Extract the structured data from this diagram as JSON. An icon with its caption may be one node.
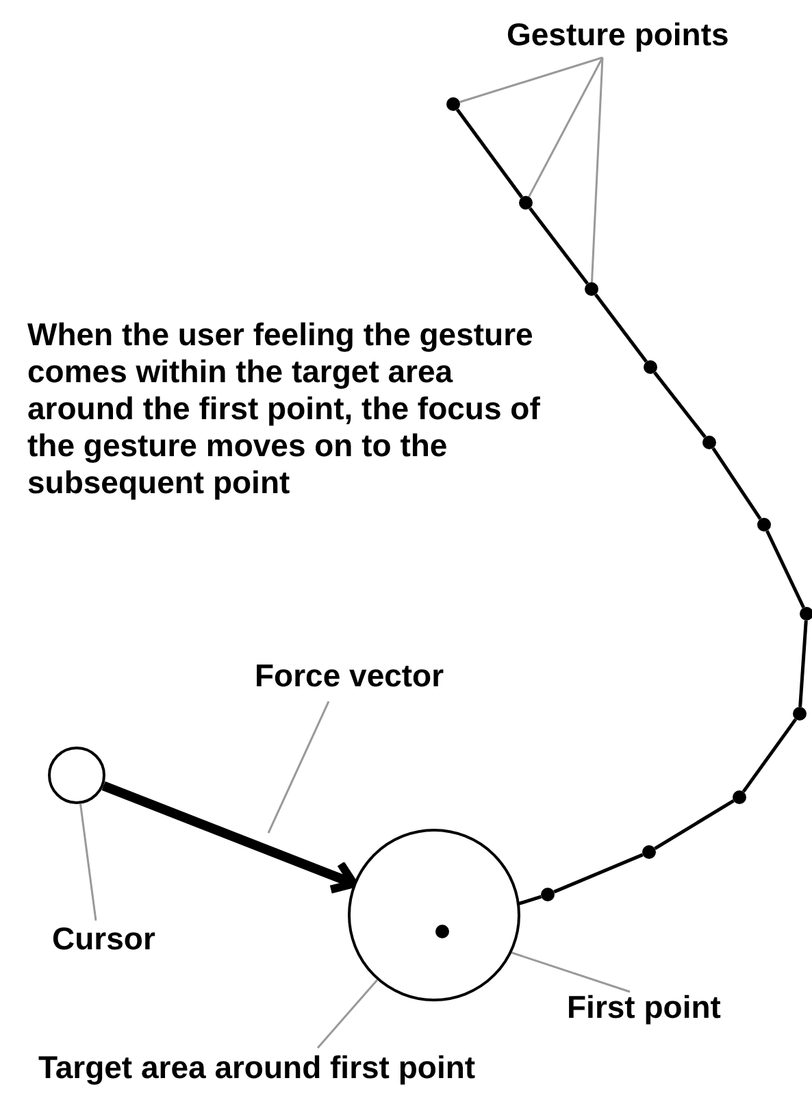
{
  "diagram": {
    "nodes": [
      {
        "text": [
          "Gesture points"
        ]
      },
      {
        "text": [],
        "shape": "circle"
      },
      {
        "text": [],
        "shape": "circle"
      },
      {
        "text": [],
        "shape": "circle"
      },
      {
        "text": [],
        "shape": "circle"
      },
      {
        "text": [],
        "shape": "circle"
      },
      {
        "text": [],
        "shape": "circle"
      },
      {
        "text": [],
        "shape": "circle"
      },
      {
        "text": [],
        "shape": "circle"
      },
      {
        "text": [],
        "shape": "circle"
      },
      {
        "text": [],
        "shape": "circle"
      },
      {
        "text": [],
        "shape": "circle"
      },
      {
        "text": [
          "Force vector"
        ]
      },
      {
        "text": [],
        "shape": "circle"
      },
      {
        "text": [
          "Cursor"
        ]
      },
      {
        "text": [],
        "shape": "circle"
      },
      {
        "text": [],
        "shape": "circle",
        "in": 15
      },
      {
        "text": [
          "First point"
        ]
      },
      {
        "text": [
          "Target area around first point"
        ]
      }
    ],
    "edges": [
      {
        "from": 0,
        "to": 1,
        "arrow": "none",
        "color": "#999999"
      },
      {
        "from": 0,
        "to": 2,
        "arrow": "none",
        "color": "#999999"
      },
      {
        "from": 0,
        "to": 3,
        "arrow": "none",
        "color": "#999999"
      },
      {
        "from": 16,
        "to": 11,
        "arrow": "none"
      },
      {
        "from": 11,
        "to": 10,
        "arrow": "none"
      },
      {
        "from": 10,
        "to": 9,
        "arrow": "none"
      },
      {
        "from": 9,
        "to": 8,
        "arrow": "none"
      },
      {
        "from": 8,
        "to": 7,
        "arrow": "none"
      },
      {
        "from": 7,
        "to": 6,
        "arrow": "none"
      },
      {
        "from": 6,
        "to": 5,
        "arrow": "none"
      },
      {
        "from": 5,
        "to": 4,
        "arrow": "none"
      },
      {
        "from": 4,
        "to": 3,
        "arrow": "none"
      },
      {
        "from": 3,
        "to": 2,
        "arrow": "none"
      },
      {
        "from": 2,
        "to": 1,
        "arrow": "none"
      },
      {
        "from": 13,
        "to": 15,
        "arrow": "to",
        "style": "thick"
      },
      {
        "from": 12,
        "to": null,
        "arrow": "none",
        "color": "#999999"
      },
      {
        "from": 14,
        "to": 13,
        "arrow": "none",
        "color": "#999999"
      },
      {
        "from": 17,
        "to": 16,
        "arrow": "none",
        "color": "#999999"
      },
      {
        "from": 18,
        "to": 15,
        "arrow": "none",
        "color": "#999999"
      }
    ],
    "labels": [
      "When the user feeling the gesture comes within the target area around the first point, the focus of the gesture moves on to the subsequent point"
    ]
  }
}
